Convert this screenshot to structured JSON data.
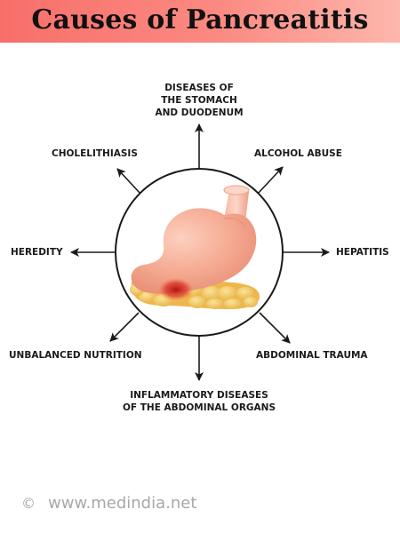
{
  "header": {
    "title": "Causes of Pancreatitis"
  },
  "diagram": {
    "causes": {
      "top": [
        "DISEASES OF",
        "THE STOMACH",
        "AND DUODENUM"
      ],
      "top_left": "CHOLELITHIASIS",
      "top_right": "ALCOHOL ABUSE",
      "left": "HEREDITY",
      "right": "HEPATITIS",
      "bottom_left": "UNBALANCED NUTRITION",
      "bottom_right": "ABDOMINAL TRAUMA",
      "bottom": [
        "INFLAMMATORY DISEASES",
        "OF THE ABDOMINAL ORGANS"
      ]
    }
  },
  "footer": {
    "copyright_symbol": "©",
    "site": "www.medindia.net"
  },
  "colors": {
    "header_gradient_start": "#f86f6a",
    "header_gradient_end": "#fdb7ad",
    "stomach": "#f5a890",
    "pancreas": "#f3c862",
    "inflammation": "#c01818",
    "arrow": "#1a1a1a",
    "footer_text": "#a8a8a8"
  }
}
